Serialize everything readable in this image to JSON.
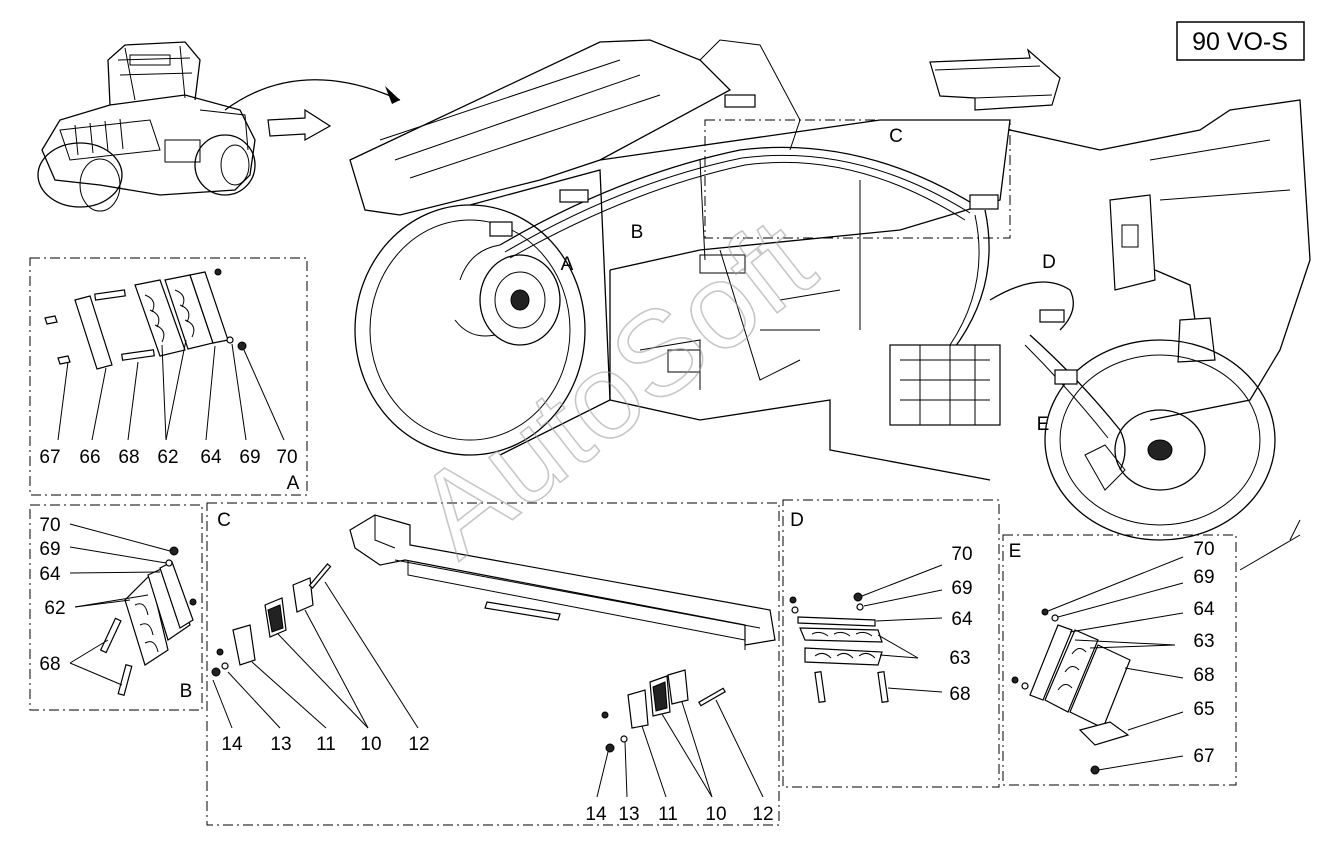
{
  "model_code": "90 VO-S",
  "watermark": "AutoSoft",
  "main_view": {
    "callouts": [
      "A",
      "B",
      "C",
      "D",
      "E"
    ]
  },
  "detail_a": {
    "letter": "A",
    "labels": [
      "67",
      "66",
      "68",
      "62",
      "64",
      "69",
      "70"
    ]
  },
  "detail_b": {
    "letter": "B",
    "labels": [
      "70",
      "69",
      "64",
      "62",
      "68"
    ]
  },
  "detail_c": {
    "letter": "C",
    "labels_left": [
      "14",
      "13",
      "11",
      "10",
      "12"
    ],
    "labels_right": [
      "14",
      "13",
      "11",
      "10",
      "12"
    ]
  },
  "detail_d": {
    "letter": "D",
    "labels": [
      "70",
      "69",
      "64",
      "63",
      "68"
    ]
  },
  "detail_e": {
    "letter": "E",
    "labels": [
      "70",
      "69",
      "64",
      "63",
      "68",
      "65",
      "67"
    ]
  }
}
